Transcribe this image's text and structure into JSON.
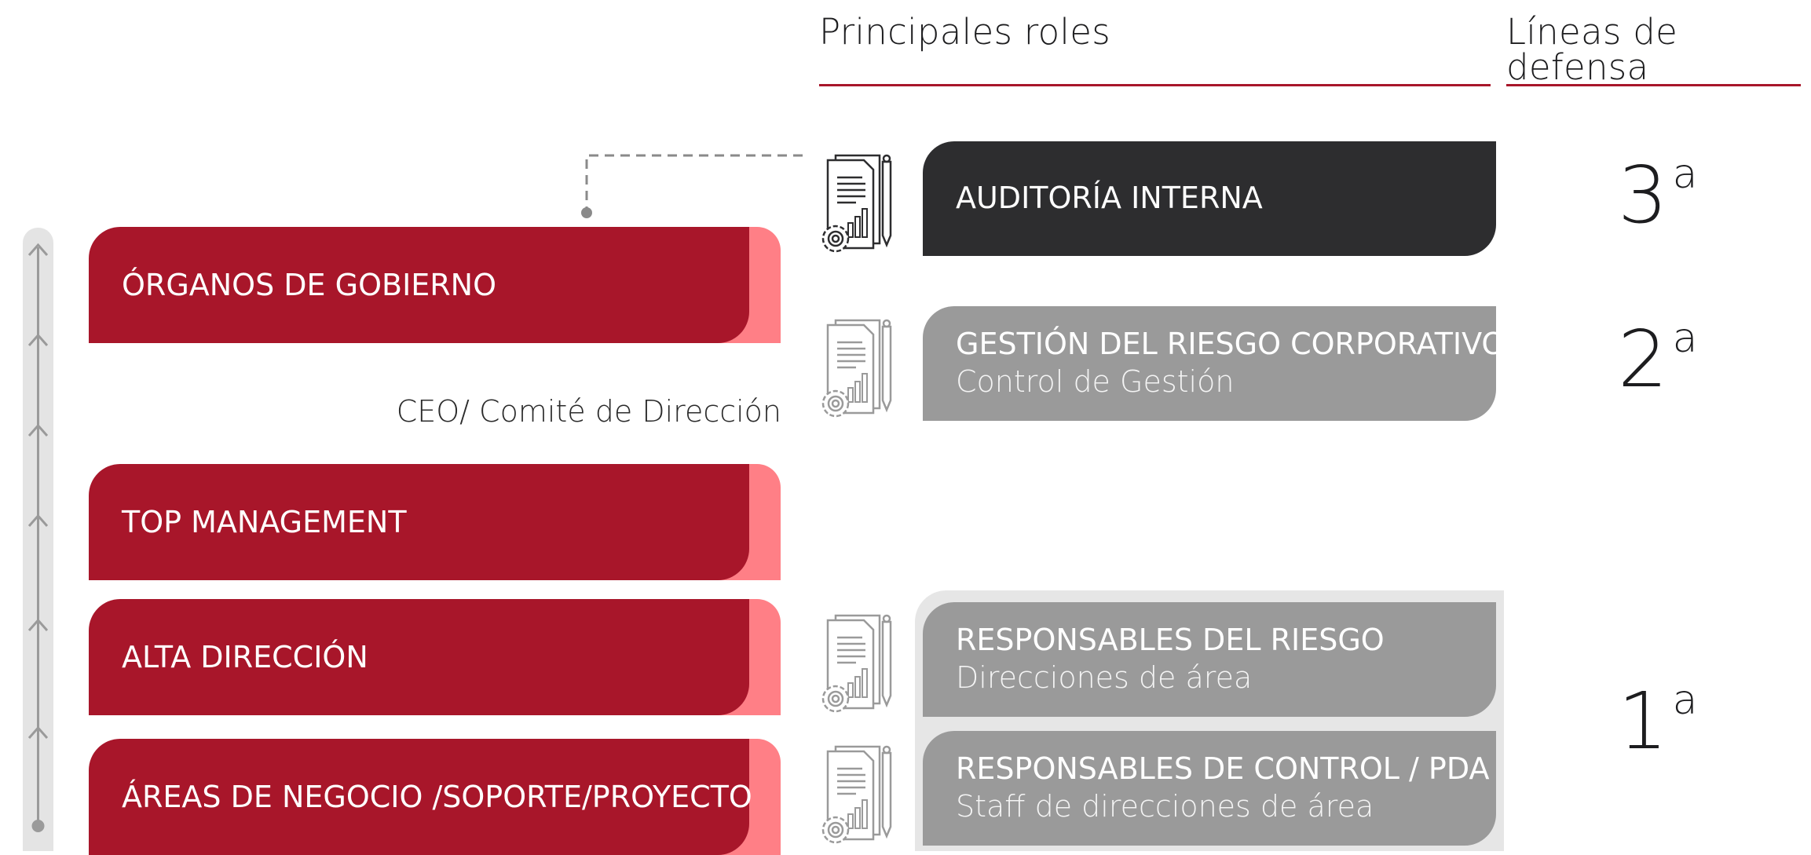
{
  "headers": {
    "roles": "Principales roles",
    "defense": "Líneas de defensa"
  },
  "hierarchy": {
    "ceo_label": "CEO/ Comité de Dirección",
    "items": [
      {
        "label": "ÓRGANOS DE GOBIERNO"
      },
      {
        "label": "TOP MANAGEMENT"
      },
      {
        "label": "ALTA DIRECCIÓN"
      },
      {
        "label": "ÁREAS DE NEGOCIO /SOPORTE/PROYECTO"
      }
    ]
  },
  "roles": [
    {
      "title": "AUDITORÍA INTERNA",
      "subtitle": "",
      "icon": "document-chart-gear-icon"
    },
    {
      "title": "GESTIÓN DEL RIESGO CORPORATIVO",
      "subtitle": "Control de Gestión",
      "icon": "document-chart-gear-icon"
    },
    {
      "title": "RESPONSABLES DEL RIESGO",
      "subtitle": "Direcciones de área",
      "icon": "document-chart-gear-icon"
    },
    {
      "title": "RESPONSABLES DE CONTROL / PDA",
      "subtitle": "Staff de direcciones de área",
      "icon": "document-chart-gear-icon"
    }
  ],
  "defense_lines": [
    {
      "num": "3",
      "sup": "a"
    },
    {
      "num": "2",
      "sup": "a"
    },
    {
      "num": "1",
      "sup": "a"
    }
  ],
  "colors": {
    "primary_red": "#a8162a",
    "accent_pink": "#ff7f86",
    "dark_box": "#2d2d2f",
    "grey_box": "#9a9a9a",
    "group_bg": "#e6e6e6"
  }
}
